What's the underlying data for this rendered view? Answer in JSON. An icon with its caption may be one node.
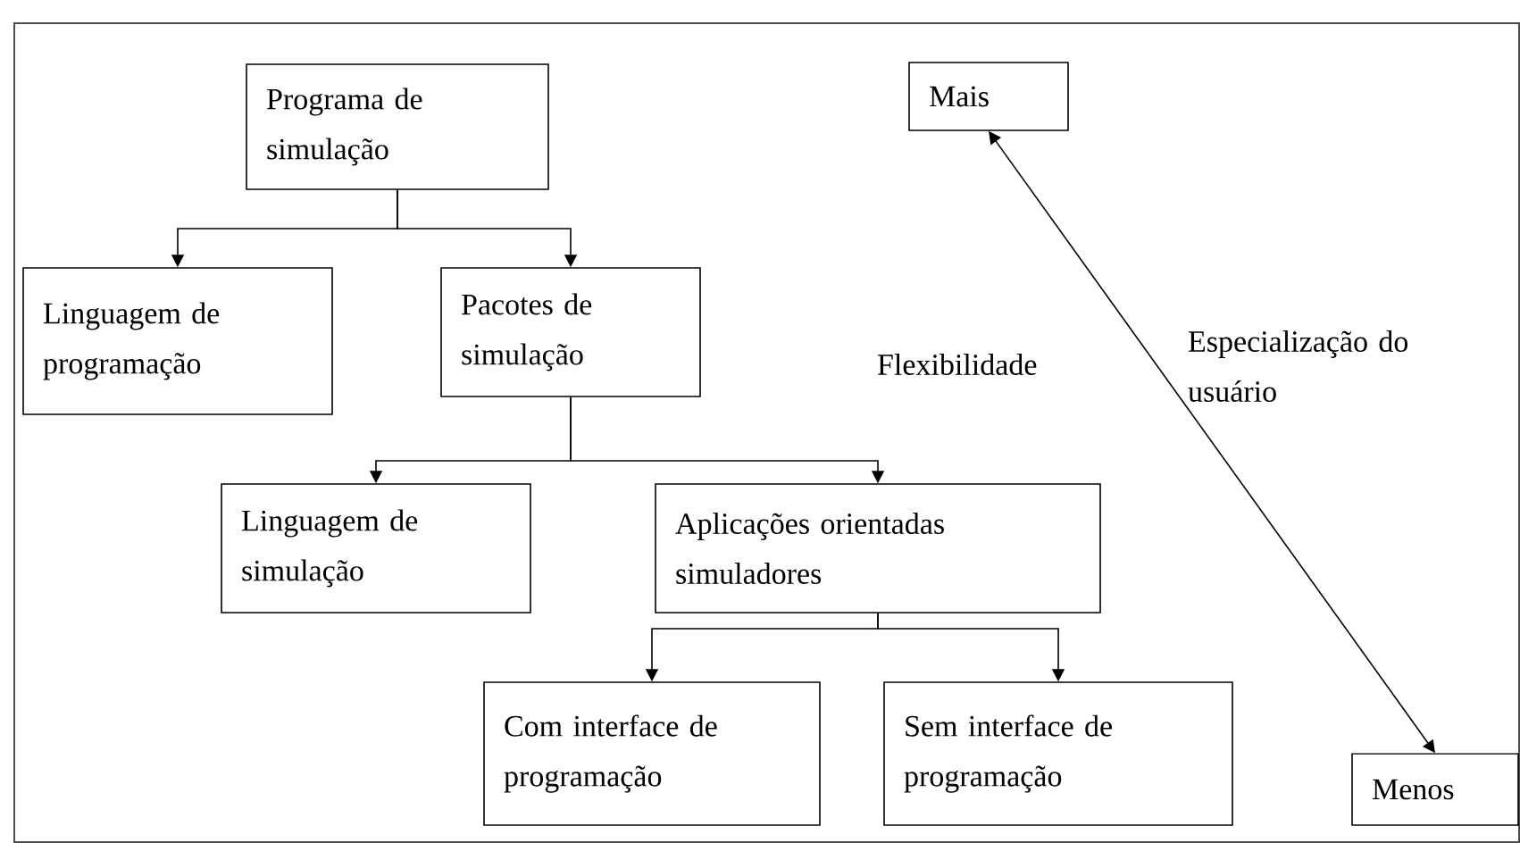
{
  "diagram": {
    "nodes": [
      {
        "text": [
          "Programa de simulação"
        ]
      },
      {
        "text": [
          "Linguagem de programação"
        ]
      },
      {
        "text": [
          "Pacotes de simulação"
        ]
      },
      {
        "text": [
          "Linguagem de simulação"
        ]
      },
      {
        "text": [
          "Aplicações orientadas simuladores"
        ]
      },
      {
        "text": [
          "Com interface de programação"
        ]
      },
      {
        "text": [
          "Sem interface de programação"
        ]
      },
      {
        "text": [
          "Mais"
        ]
      },
      {
        "text": [
          "Menos"
        ]
      }
    ],
    "edges": [
      {
        "from": 0,
        "to": 1,
        "arrow": "to"
      },
      {
        "from": 0,
        "to": 2,
        "arrow": "to"
      },
      {
        "from": 2,
        "to": 3,
        "arrow": "to"
      },
      {
        "from": 2,
        "to": 4,
        "arrow": "to"
      },
      {
        "from": 4,
        "to": 5,
        "arrow": "to"
      },
      {
        "from": 4,
        "to": 6,
        "arrow": "to"
      },
      {
        "from": 7,
        "to": 8,
        "arrow": "both"
      }
    ],
    "labels": [
      "Flexibilidade",
      "Especialização do usuário"
    ]
  }
}
